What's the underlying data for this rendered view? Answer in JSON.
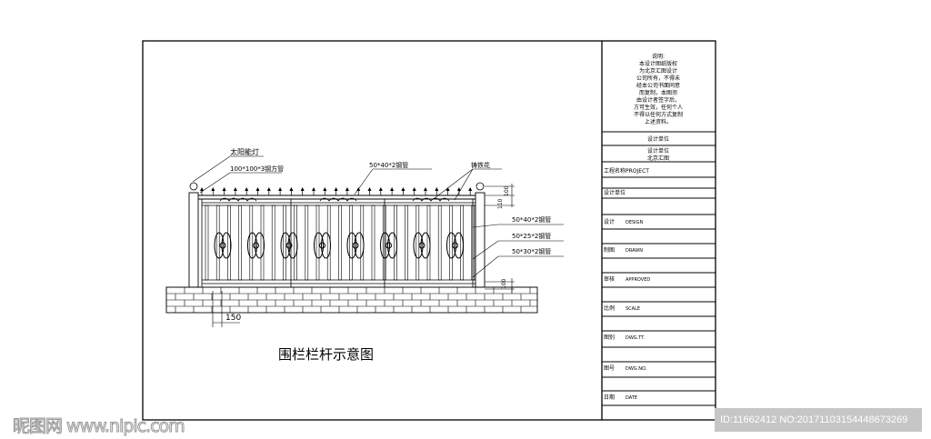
{
  "drawing": {
    "title": "围栏栏杆示意图",
    "labels": {
      "lamp": "太阳能灯",
      "post": "100*100*3钢方管",
      "top_rail": "50*40*2钢管",
      "ornament": "铸铁花",
      "rail1": "50*40*2钢管",
      "rail2": "50*25*2钢管",
      "rail3": "50*30*2钢管"
    },
    "dimensions": {
      "width_150": "150",
      "dim_100_top": "100",
      "dim_110": "110",
      "dim_100_bottom": "100"
    }
  },
  "title_block": {
    "notes": [
      "说明:",
      "本设计图纸版权",
      "为北京汇图设计",
      "公司所有，不得未",
      "经本公司书面同意",
      "而复制，本图须",
      "由设计者签字后，",
      "方可生效，任何个人",
      "不得以任何方式复制",
      "上述资料。"
    ],
    "company": "设计单位",
    "company_lines": [
      "设计单位",
      "北京汇图"
    ],
    "project": "工程名称PROJECT",
    "design_unit": "设计单位",
    "rows": [
      {
        "label": "设计",
        "en": "DESIGN"
      },
      {
        "label": "制图",
        "en": "DRAWN"
      },
      {
        "label": "审核",
        "en": "APPROVED"
      },
      {
        "label": "比例",
        "en": "SCALE"
      },
      {
        "label": "图别",
        "en": "DWG.TT."
      },
      {
        "label": "图号",
        "en": "DWG.NO."
      },
      {
        "label": "日期",
        "en": "DATE"
      }
    ]
  },
  "watermark": {
    "site": "昵图网 www.nipic.com",
    "id": "ID:11662412 NO:20171103154448673269"
  }
}
